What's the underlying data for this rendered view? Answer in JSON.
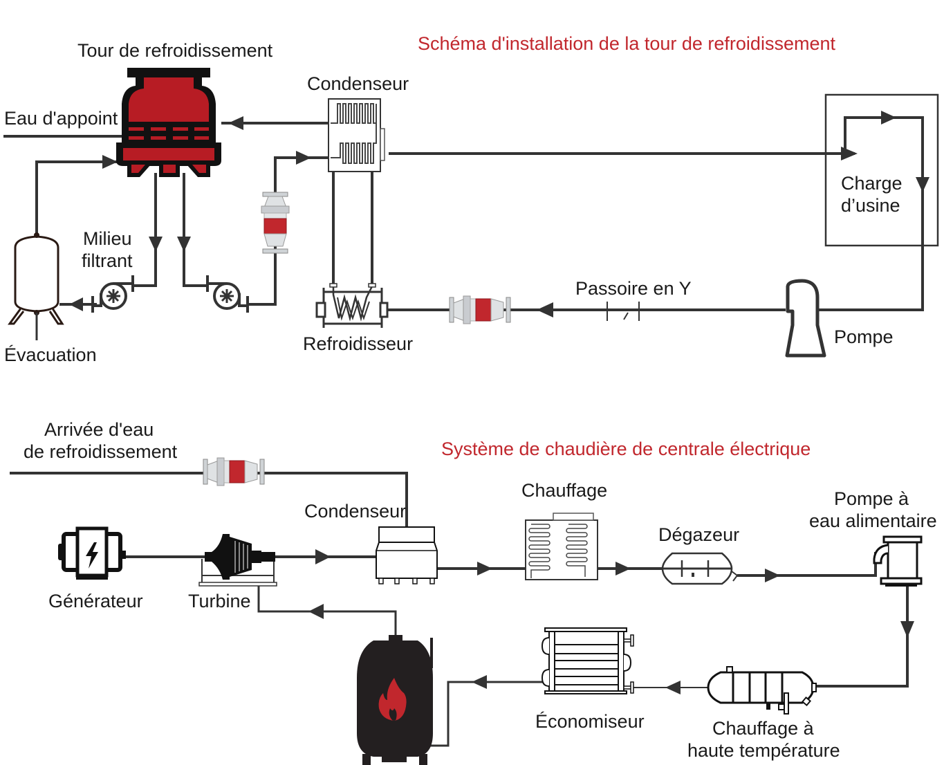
{
  "colors": {
    "accent": "#c1272d",
    "pipe": "#333333",
    "tower_fill": "#b71c24",
    "boiler_fill": "#231f20"
  },
  "cooling_tower_system": {
    "title": "Schéma d'installation de la tour de refroidissement",
    "labels": {
      "cooling_tower": "Tour de refroidissement",
      "makeup_water": "Eau d'appoint",
      "condenser": "Condenseur",
      "filter_media": [
        "Milieu",
        "filtrant"
      ],
      "drain": "Évacuation",
      "chiller": "Refroidisseur",
      "y_strainer": "Passoire en Y",
      "pump": "Pompe",
      "plant_load": [
        "Charge",
        "d’usine"
      ]
    }
  },
  "boiler_system": {
    "title": "Système de chaudière de centrale électrique",
    "labels": {
      "cooling_water_inlet": [
        "Arrivée d'eau",
        "de refroidissement"
      ],
      "condenser": "Condenseur",
      "generator": "Générateur",
      "turbine": "Turbine",
      "heater": "Chauffage",
      "deaerator": "Dégazeur",
      "feedwater_pump": [
        "Pompe à",
        "eau alimentaire"
      ],
      "economizer": "Économiseur",
      "high_temp_heater": [
        "Chauffage à",
        "haute température"
      ]
    }
  },
  "icons": [
    "cooling-tower-icon",
    "condenser-icon",
    "pressure-tank-icon",
    "centrifugal-pump-icon",
    "scale-inhibitor-icon",
    "chiller-icon",
    "y-strainer-icon",
    "vertical-pump-icon",
    "generator-icon",
    "turbine-icon",
    "heater-icon",
    "deaerator-icon",
    "feedwater-pump-icon",
    "economizer-icon",
    "boiler-icon",
    "flame-icon"
  ]
}
